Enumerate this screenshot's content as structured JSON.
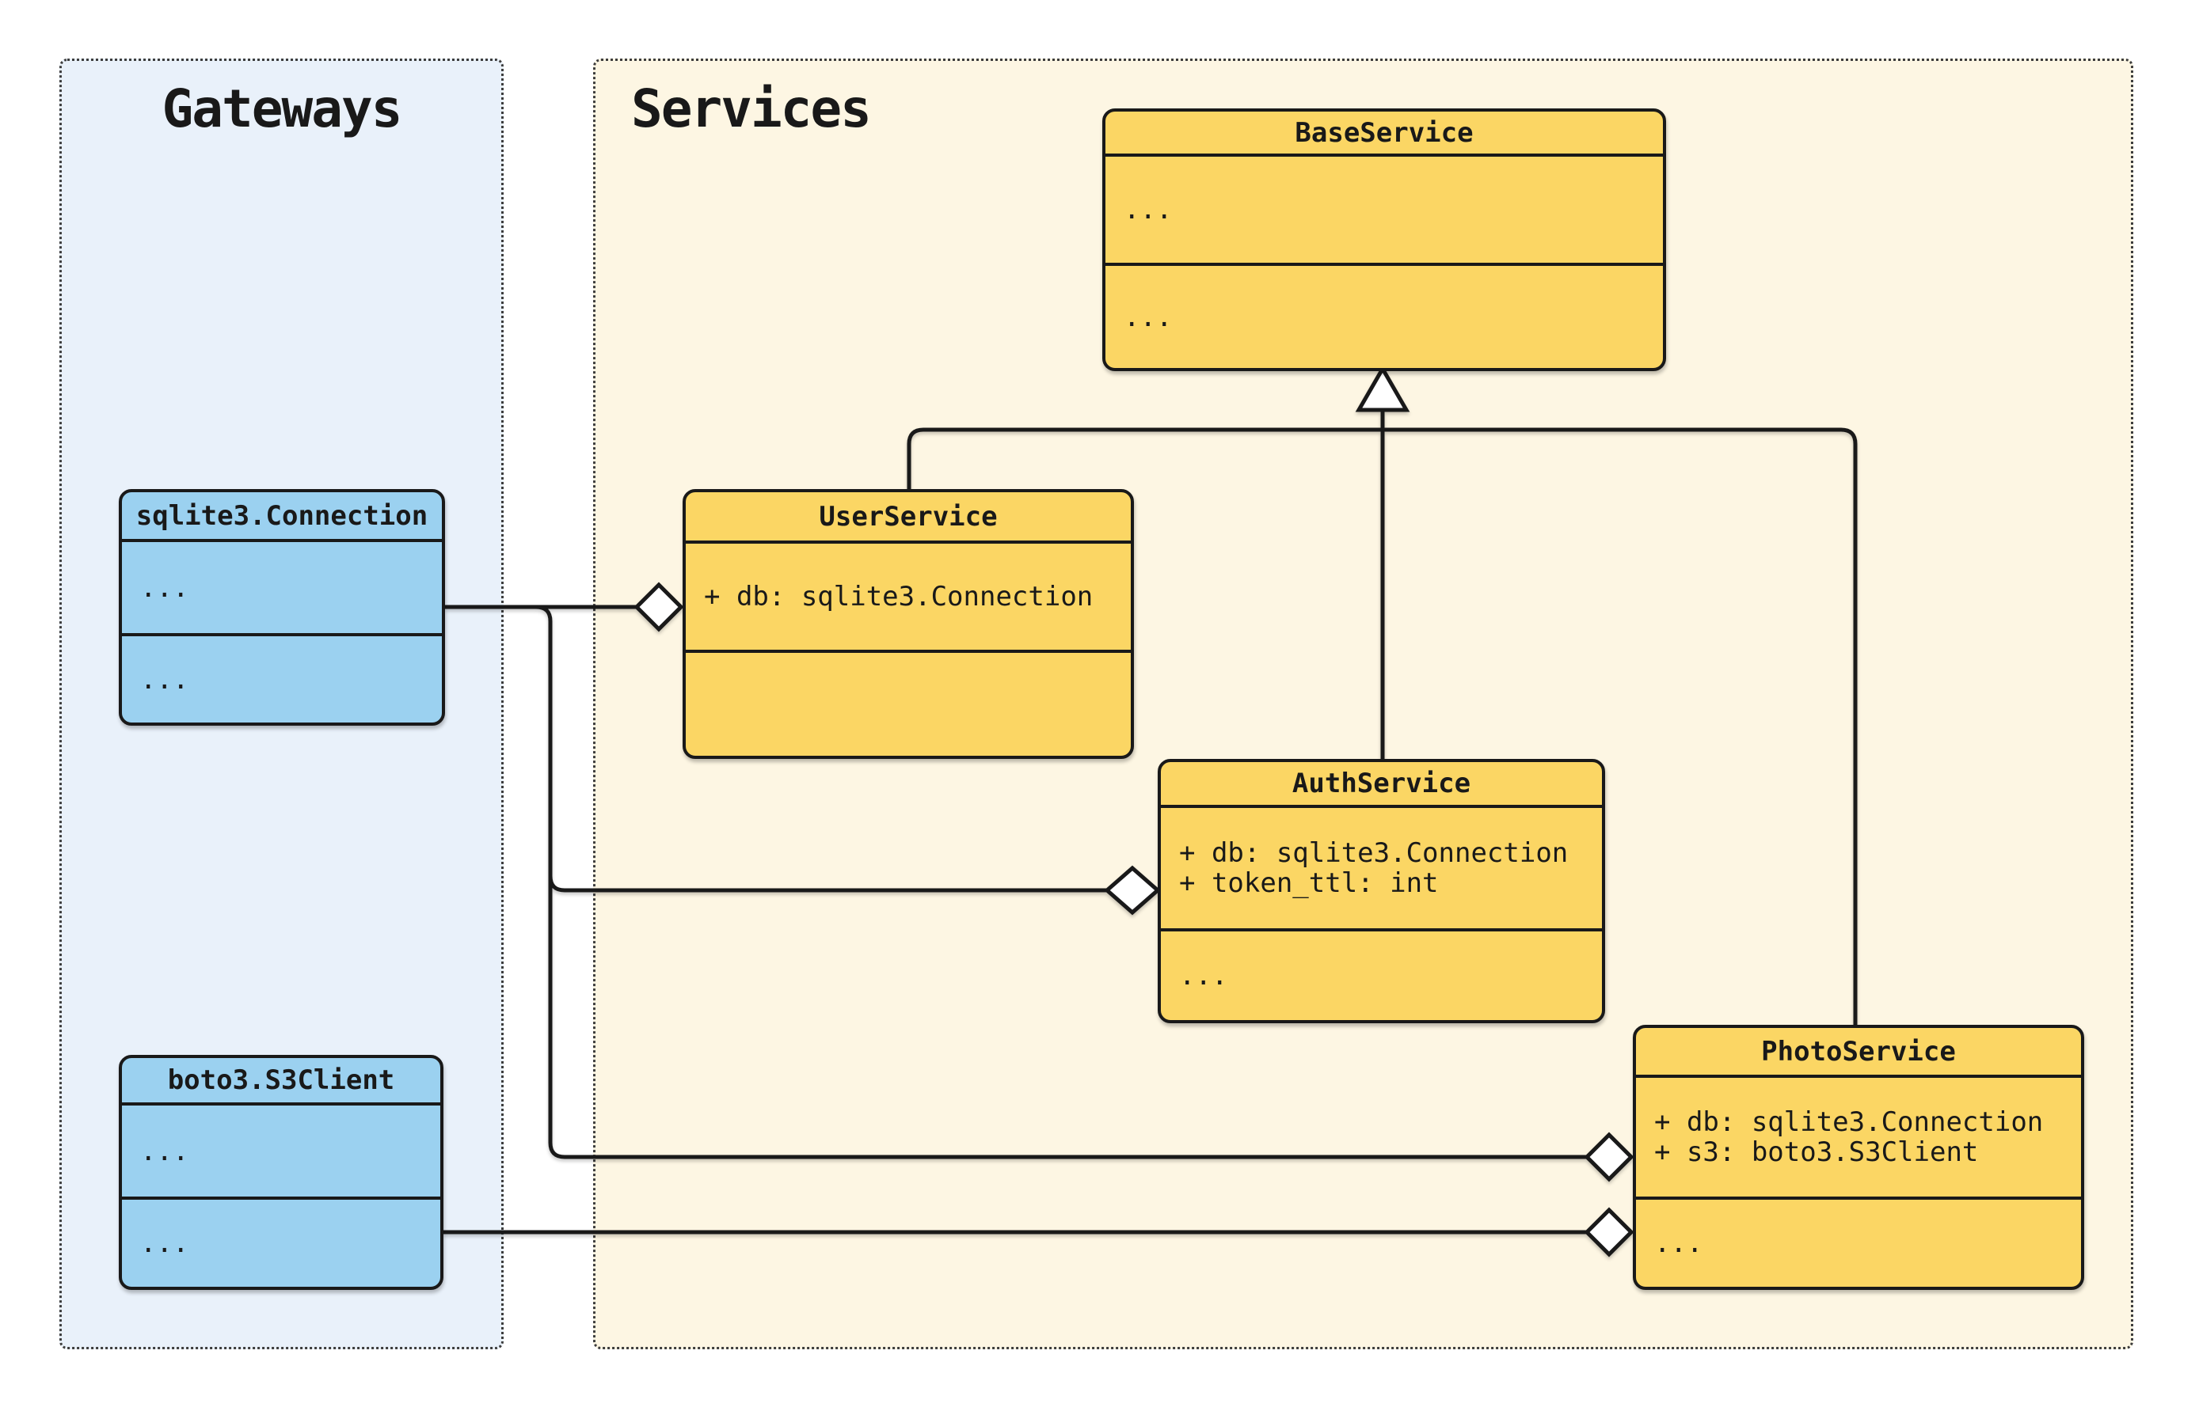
{
  "diagram": {
    "type": "uml-class-diagram",
    "panels": [
      {
        "id": "gateways",
        "title": "Gateways"
      },
      {
        "id": "services",
        "title": "Services"
      }
    ],
    "classes": [
      {
        "id": "sqlite3_connection",
        "panel": "gateways",
        "name": "sqlite3.Connection",
        "attributes": [
          "..."
        ],
        "methods": [
          "..."
        ]
      },
      {
        "id": "boto3_s3client",
        "panel": "gateways",
        "name": "boto3.S3Client",
        "attributes": [
          "..."
        ],
        "methods": [
          "..."
        ]
      },
      {
        "id": "base_service",
        "panel": "services",
        "name": "BaseService",
        "attributes": [
          "..."
        ],
        "methods": [
          "..."
        ]
      },
      {
        "id": "user_service",
        "panel": "services",
        "name": "UserService",
        "attributes": [
          "+ db: sqlite3.Connection"
        ],
        "methods": []
      },
      {
        "id": "auth_service",
        "panel": "services",
        "name": "AuthService",
        "attributes": [
          "+ db: sqlite3.Connection",
          "+ token_ttl: int"
        ],
        "methods": [
          "..."
        ]
      },
      {
        "id": "photo_service",
        "panel": "services",
        "name": "PhotoService",
        "attributes": [
          "+ db: sqlite3.Connection",
          "+ s3: boto3.S3Client"
        ],
        "methods": [
          "..."
        ]
      }
    ],
    "relationships": {
      "inheritance": [
        {
          "child": "UserService",
          "parent": "BaseService"
        },
        {
          "child": "AuthService",
          "parent": "BaseService"
        },
        {
          "child": "PhotoService",
          "parent": "BaseService"
        }
      ],
      "aggregations": [
        {
          "from": "sqlite3.Connection",
          "to": "UserService"
        },
        {
          "from": "sqlite3.Connection",
          "to": "AuthService"
        },
        {
          "from": "sqlite3.Connection",
          "to": "PhotoService"
        },
        {
          "from": "boto3.S3Client",
          "to": "PhotoService"
        }
      ]
    },
    "colors": {
      "background": "#ffffff",
      "gateway_node_fill": "#9bd1f0",
      "service_node_fill": "#fbd664",
      "gateways_panel_fill": "#e9f1fa",
      "services_panel_fill": "#fdf6e3",
      "node_border": "#191919",
      "edge": "#191919"
    }
  }
}
